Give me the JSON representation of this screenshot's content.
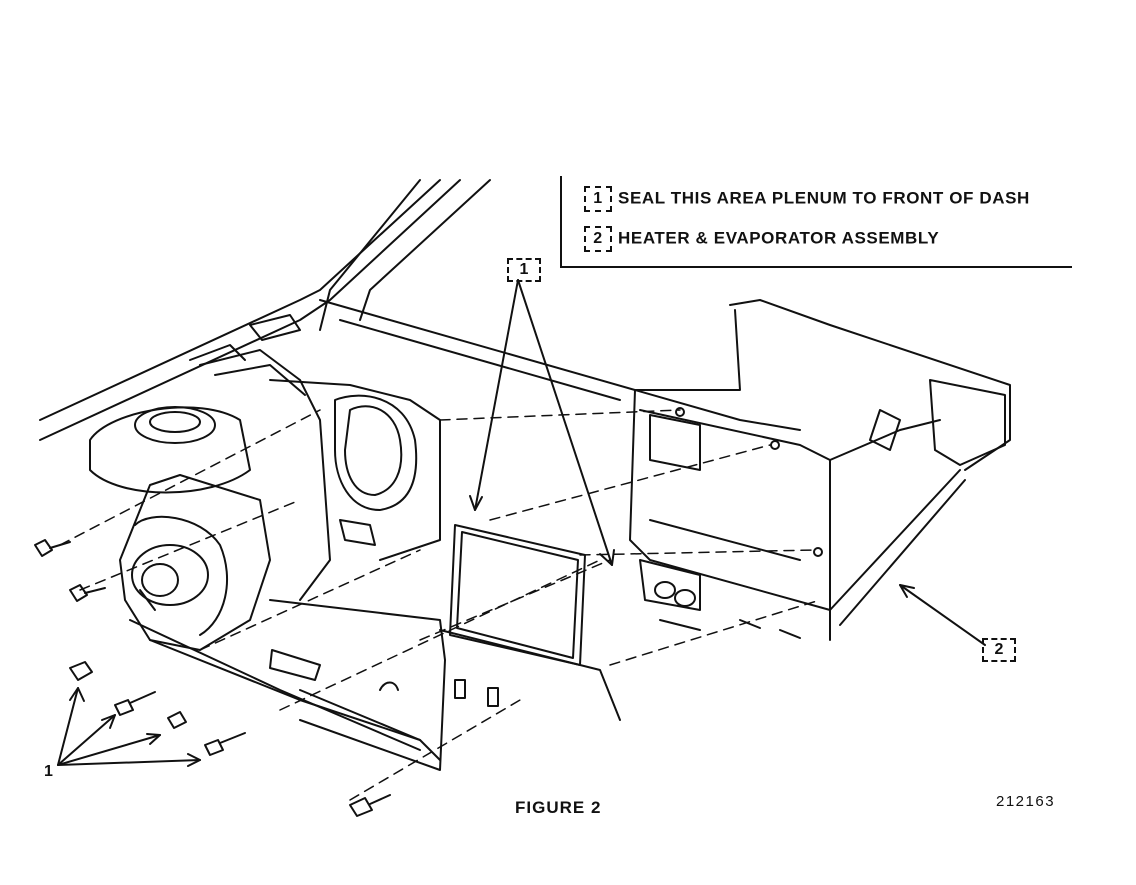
{
  "legend": {
    "items": [
      {
        "number": "1",
        "text": "SEAL THIS AREA PLENUM TO FRONT OF DASH"
      },
      {
        "number": "2",
        "text": "HEATER & EVAPORATOR ASSEMBLY"
      }
    ]
  },
  "callouts": {
    "item1_box": "1",
    "item2_box": "2",
    "fasteners": "1"
  },
  "caption": "FIGURE 2",
  "reference_number": "212163"
}
